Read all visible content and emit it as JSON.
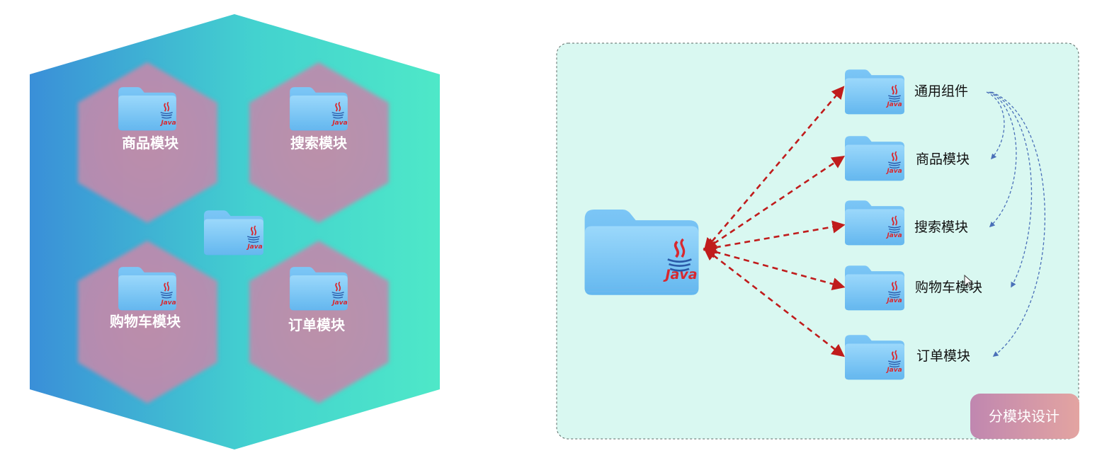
{
  "left_panel": {
    "hex_modules": [
      {
        "label": "商品模块"
      },
      {
        "label": "搜索模块"
      },
      {
        "label": "购物车模块"
      },
      {
        "label": "订单模块"
      }
    ],
    "center_icon": "java-folder-icon"
  },
  "right_panel": {
    "main_icon": "java-folder-icon",
    "modules": [
      {
        "label": "通用组件"
      },
      {
        "label": "商品模块"
      },
      {
        "label": "搜索模块"
      },
      {
        "label": "购物车模块"
      },
      {
        "label": "订单模块"
      }
    ],
    "badge": "分模块设计"
  },
  "icon_text": "Java",
  "colors": {
    "hex_outer_left": "#3a8fd8",
    "hex_outer_right": "#4ee8c8",
    "hex_inner": "#c485a8",
    "panel_bg": "#d9f8f1",
    "arrow_red": "#c01c1c",
    "arrow_blue": "#4a70b8",
    "folder_light": "#8fd1f8",
    "folder_dark": "#5ab3ee",
    "badge_left": "#c087b0",
    "badge_right": "#e0a0a0"
  }
}
